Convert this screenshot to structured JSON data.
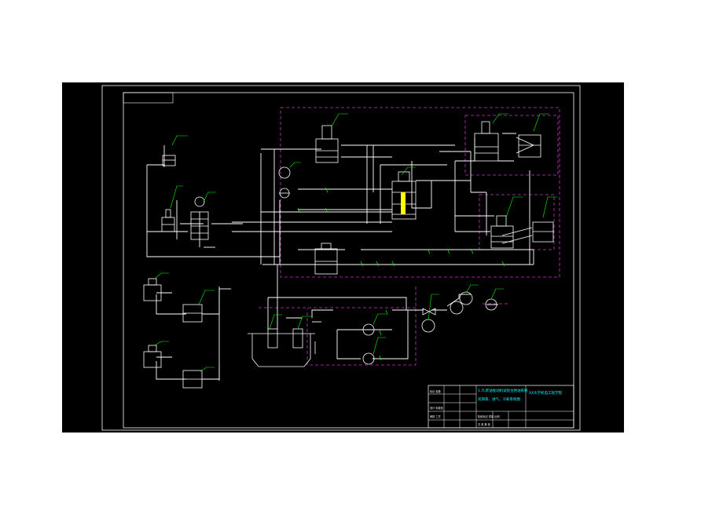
{
  "drawing": {
    "colors": {
      "background": "#000000",
      "frame": "#ffffff",
      "pipe": "#ffffff",
      "leader": "#00ff00",
      "boundary": "#cc33cc",
      "title_text": "#00ffff",
      "highlight": "#ffff00"
    },
    "title_block": {
      "line1": "1.7L柴油发动机试验台供油系统",
      "line2": "润滑系、进气、冷却系统图",
      "company": "XX大学机电工程学院",
      "row_a": "标记 处数",
      "row_b": "设计 标准化",
      "row_c": "审核 工艺",
      "row_d": "阶段标记 重量 比例",
      "row_e": "共 张 第 张"
    }
  }
}
